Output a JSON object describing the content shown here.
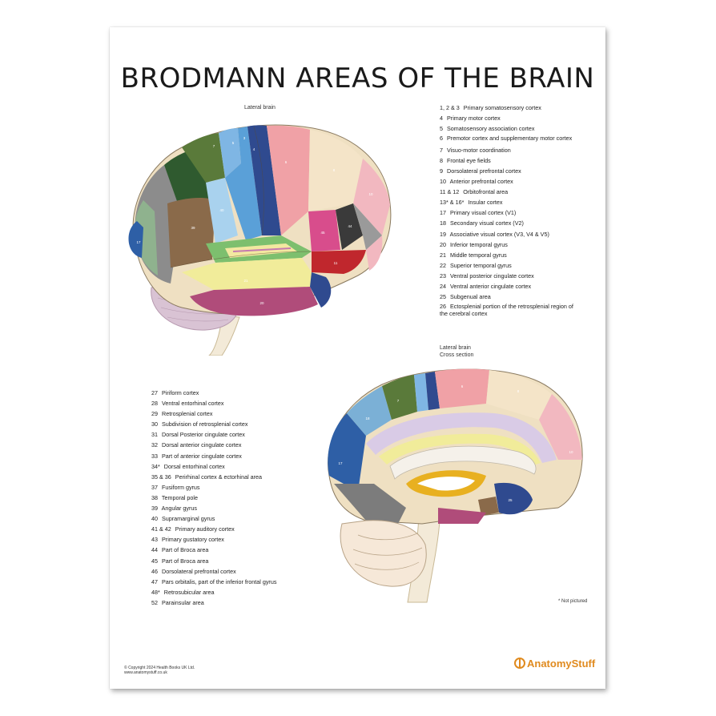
{
  "title": "BRODMANN AREAS OF THE BRAIN",
  "figure1": {
    "label": "Lateral brain"
  },
  "figure2": {
    "label": "Lateral brain",
    "sublabel": "Cross section"
  },
  "legend_right": [
    {
      "num": "1, 2 & 3",
      "text": "Primary somatosensory cortex"
    },
    {
      "num": "4",
      "text": "Primary motor cortex"
    },
    {
      "num": "5",
      "text": "Somatosensory association cortex"
    },
    {
      "num": "6",
      "text": "Premotor cortex and supplementary motor cortex"
    },
    {
      "num": "7",
      "text": "Visuo-motor coordination"
    },
    {
      "num": "8",
      "text": "Frontal eye fields"
    },
    {
      "num": "9",
      "text": "Dorsolateral prefrontal cortex"
    },
    {
      "num": "10",
      "text": "Anterior prefrontal cortex"
    },
    {
      "num": "11 & 12",
      "text": "Orbitofrontal area"
    },
    {
      "num": "13* & 16*",
      "text": "Insular cortex"
    },
    {
      "num": "17",
      "text": "Primary visual cortex (V1)"
    },
    {
      "num": "18",
      "text": "Secondary visual cortex (V2)"
    },
    {
      "num": "19",
      "text": "Associative visual cortex (V3, V4 & V5)"
    },
    {
      "num": "20",
      "text": "Inferior temporal gyrus"
    },
    {
      "num": "21",
      "text": "Middle temporal gyrus"
    },
    {
      "num": "22",
      "text": "Superior temporal gyrus"
    },
    {
      "num": "23",
      "text": "Ventral posterior cingulate cortex"
    },
    {
      "num": "24",
      "text": "Ventral anterior cingulate cortex"
    },
    {
      "num": "25",
      "text": "Subgenual area"
    },
    {
      "num": "26",
      "text": "Ectosplenial portion of the retrosplenial region of the cerebral cortex"
    }
  ],
  "legend_left": [
    {
      "num": "27",
      "text": "Piriform cortex"
    },
    {
      "num": "28",
      "text": "Ventral entorhinal cortex"
    },
    {
      "num": "29",
      "text": "Retrosplenial cortex"
    },
    {
      "num": "30",
      "text": "Subdivision of retrosplenial cortex"
    },
    {
      "num": "31",
      "text": "Dorsal Posterior cingulate cortex"
    },
    {
      "num": "32",
      "text": "Dorsal anterior cingulate cortex"
    },
    {
      "num": "33",
      "text": "Part of anterior cingulate cortex"
    },
    {
      "num": "34*",
      "text": "Dorsal entorhinal cortex"
    },
    {
      "num": "35 & 36",
      "text": "Perirhinal cortex & ectorhinal area"
    },
    {
      "num": "37",
      "text": "Fusiform gyrus"
    },
    {
      "num": "38",
      "text": "Temporal pole"
    },
    {
      "num": "39",
      "text": "Angular gyrus"
    },
    {
      "num": "40",
      "text": "Supramarginal gyrus"
    },
    {
      "num": "41 & 42",
      "text": "Primary auditory cortex"
    },
    {
      "num": "43",
      "text": "Primary gustatory cortex"
    },
    {
      "num": "44",
      "text": "Part of Broca area"
    },
    {
      "num": "45",
      "text": "Part of Broca area"
    },
    {
      "num": "46",
      "text": "Dorsolateral prefrontal cortex"
    },
    {
      "num": "47",
      "text": "Pars orbitalis, part of the inferior frontal gyrus"
    },
    {
      "num": "48*",
      "text": "Retrosubicular area"
    },
    {
      "num": "52",
      "text": "Parainsular area"
    }
  ],
  "note": "* Not pictured",
  "copyright": {
    "line1": "© Copyright 2024 Health Books UK Ltd.",
    "line2": "www.anatomystuff.co.uk"
  },
  "brand": "AnatomyStuff",
  "colors": {
    "area_1_2_3": "#5aa0d8",
    "area_4": "#2f4a8f",
    "area_5": "#7fb6e4",
    "area_6": "#f0a1a6",
    "area_7": "#5a7a3a",
    "area_8": "#efe0c2",
    "area_9": "#f4e4c8",
    "area_10": "#f2b8c0",
    "area_11": "#c0272d",
    "area_17": "#2e5fa6",
    "area_18": "#7bb0d6",
    "area_19": "#7c7c7c",
    "area_20": "#b04c7a",
    "area_21": "#f1ec9a",
    "area_22": "#7dbf6e",
    "area_37": "#8a6a4a",
    "area_39": "#2f5a2f",
    "area_40": "#a9d2ee",
    "area_44": "#3a3a3a",
    "area_45": "#d84d8c",
    "area_46": "#8fb28e",
    "brand": "#e08a1e"
  }
}
